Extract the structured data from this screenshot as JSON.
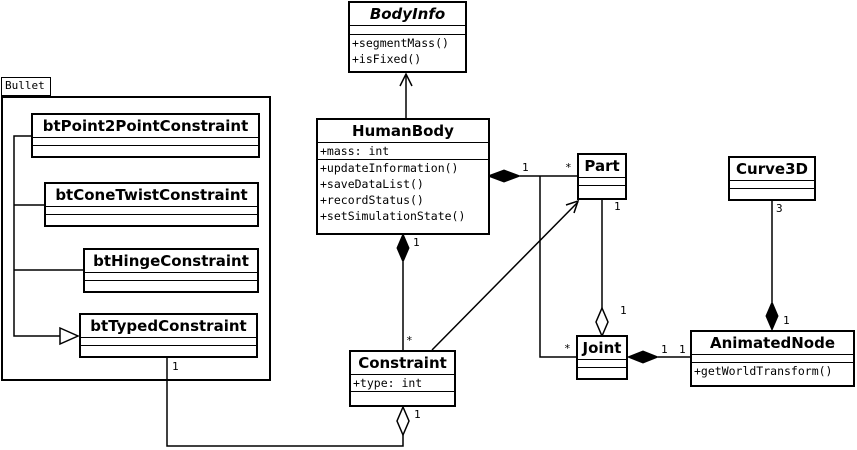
{
  "package": {
    "name": "Bullet"
  },
  "classes": {
    "bodyinfo": {
      "name": "BodyInfo",
      "attributes": [],
      "methods": [
        "+segmentMass()",
        "+isFixed()"
      ]
    },
    "humanbody": {
      "name": "HumanBody",
      "attributes": [
        "+mass: int"
      ],
      "methods": [
        "+updateInformation()",
        "+saveDataList()",
        "+recordStatus()",
        "+setSimulationState()"
      ]
    },
    "part": {
      "name": "Part"
    },
    "curve3d": {
      "name": "Curve3D"
    },
    "p2p": {
      "name": "btPoint2PointConstraint"
    },
    "cone": {
      "name": "btConeTwistConstraint"
    },
    "hinge": {
      "name": "btHingeConstraint"
    },
    "typed": {
      "name": "btTypedConstraint"
    },
    "constraint": {
      "name": "Constraint",
      "attributes": [
        "+type: int"
      ]
    },
    "joint": {
      "name": "Joint"
    },
    "animatednode": {
      "name": "AnimatedNode",
      "methods": [
        "+getWorldTransform()"
      ]
    }
  },
  "multiplicities": {
    "humanbody_part_source": "1",
    "humanbody_part_target": "*",
    "humanbody_constraint_source": "1",
    "humanbody_constraint_target": "*",
    "part_joint_source": "1",
    "part_joint_target": "1",
    "joint_left": "*",
    "joint_animated_source": "1",
    "joint_animated_target": "1",
    "curve_animated_source": "3",
    "curve_animated_target": "1",
    "typed_constraint_source": "1",
    "typed_constraint_target": "1"
  }
}
